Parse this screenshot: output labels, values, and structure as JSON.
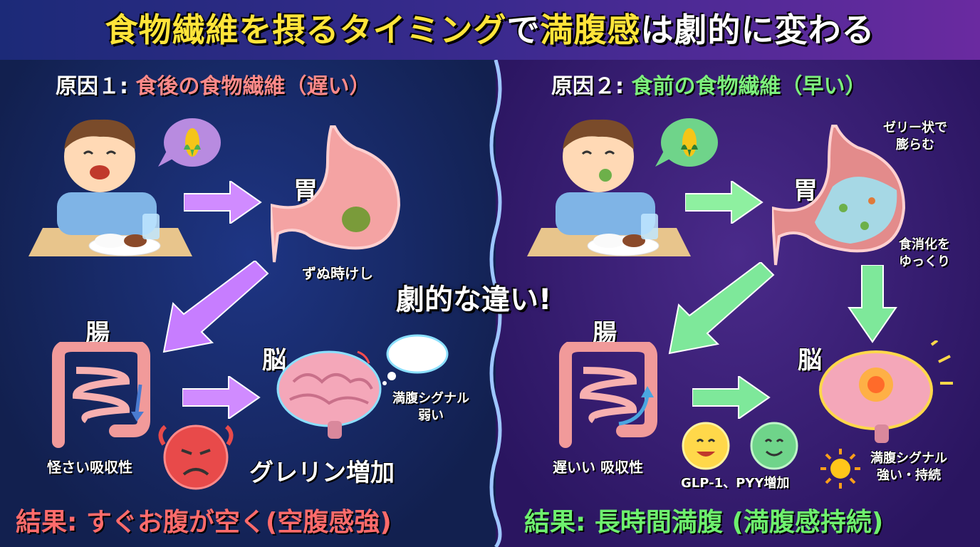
{
  "title": {
    "part1": "食物繊維を摂る",
    "part2": "タイミング",
    "part3": "で",
    "part4": "満腹感",
    "part5": "は劇的に変わる"
  },
  "left": {
    "header_prefix": "原因１: ",
    "header_highlight": "食後の食物繊維（遅い）",
    "stomach_label": "胃",
    "stomach_caption": "ずぬ時けし",
    "intestine_label": "腸",
    "brain_label": "脳",
    "absorption_label": "怪さい吸収性",
    "signal_label_line1": "満腹シグナル",
    "signal_label_line2": "弱い",
    "ghrelin_label": "グレリン増加",
    "result": "結果: すぐお腹が空く(空腹感強)"
  },
  "center_text": "劇的な違い!",
  "right": {
    "header_prefix": "原因２: ",
    "header_highlight": "食前の食物繊維（早い）",
    "stomach_label": "胃",
    "jelly_line1": "ゼリー状で",
    "jelly_line2": "膨らむ",
    "digest_line1": "食消化を",
    "digest_line2": "ゆっくり",
    "intestine_label": "腸",
    "brain_label": "脳",
    "absorption_label": "遅いい 吸収性",
    "hormone_label": "GLP-1、PYY増加",
    "signal_line1": "満腹シグナル",
    "signal_line2": "強い・持続",
    "result": "結果: 長時間満腹 (満腹感持続)"
  },
  "colors": {
    "accent_yellow": "#ffe43a",
    "left_accent": "#ff8a8a",
    "right_accent": "#7df07d",
    "left_arrow": "#c77dff",
    "right_arrow": "#7ee89a"
  }
}
